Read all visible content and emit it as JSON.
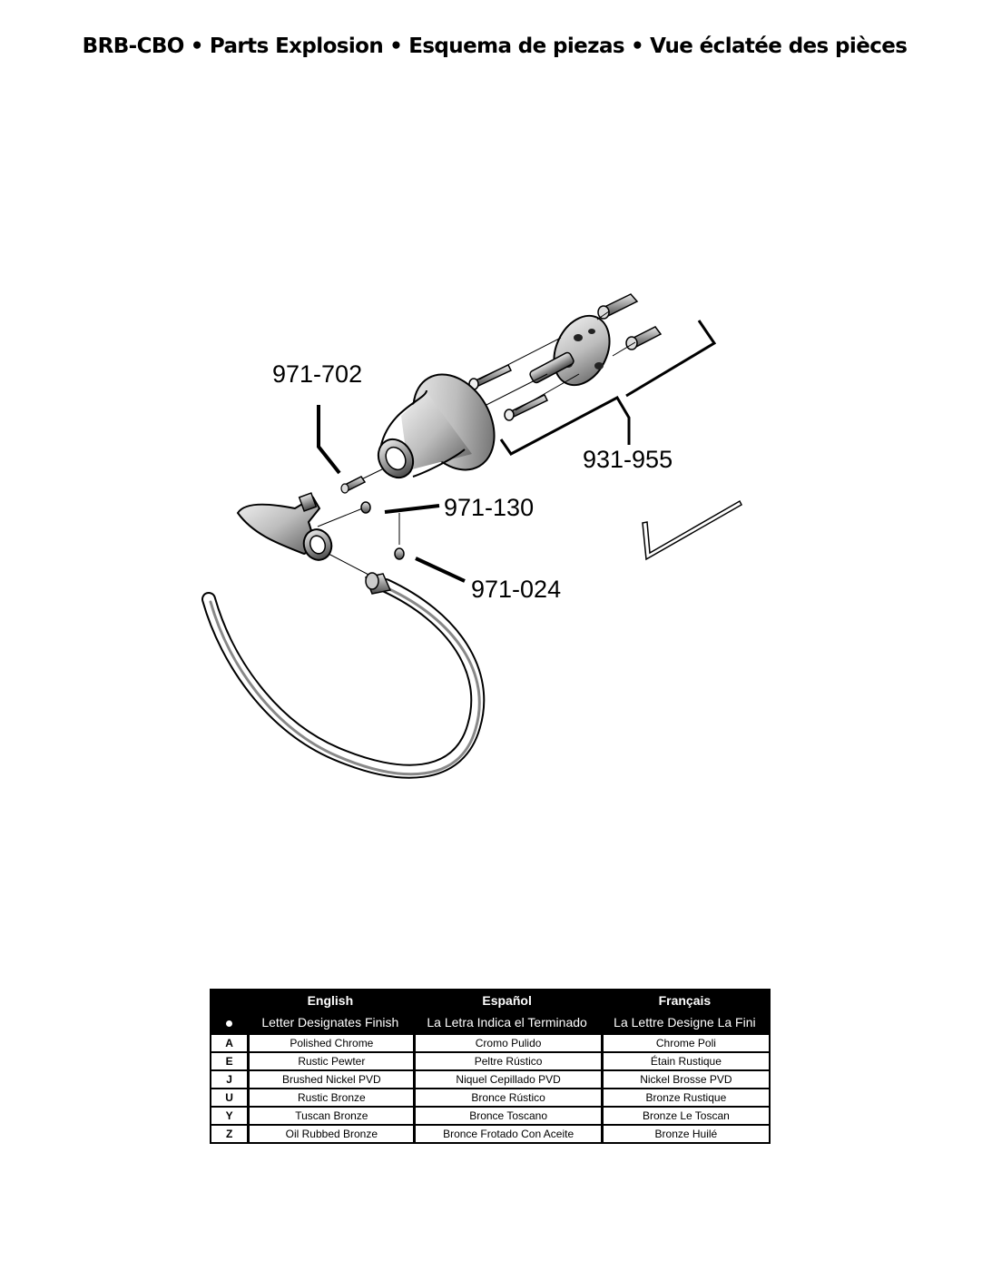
{
  "header": {
    "title_parts": [
      "BRB-CBO",
      "Parts Explosion",
      "Esquema de piezas",
      "Vue éclatée des pièces"
    ],
    "separator": "•"
  },
  "diagram": {
    "callouts": {
      "part_971_702": "971-702",
      "part_931_955": "931-955",
      "part_971_130": "971-130",
      "part_971_024": "971-024"
    }
  },
  "finish_table": {
    "headers": {
      "english": "English",
      "espanol": "Español",
      "francais": "Français"
    },
    "subheaders": {
      "english": "Letter Designates Finish",
      "espanol": "La Letra Indica el Terminado",
      "francais": "La Lettre Designe La Fini"
    },
    "rows": [
      {
        "code": "A",
        "english": "Polished Chrome",
        "espanol": "Cromo Pulido",
        "francais": "Chrome Poli"
      },
      {
        "code": "E",
        "english": "Rustic Pewter",
        "espanol": "Peltre Rústico",
        "francais": "Étain Rustique"
      },
      {
        "code": "J",
        "english": "Brushed Nickel PVD",
        "espanol": "Niquel Cepillado PVD",
        "francais": "Nickel Brosse PVD"
      },
      {
        "code": "U",
        "english": "Rustic Bronze",
        "espanol": "Bronce Rústico",
        "francais": "Bronze Rustique"
      },
      {
        "code": "Y",
        "english": "Tuscan Bronze",
        "espanol": "Bronce Toscano",
        "francais": "Bronze Le Toscan"
      },
      {
        "code": "Z",
        "english": "Oil Rubbed Bronze",
        "espanol": "Bronce Frotado Con Aceite",
        "francais": "Bronze Huilé"
      }
    ]
  }
}
